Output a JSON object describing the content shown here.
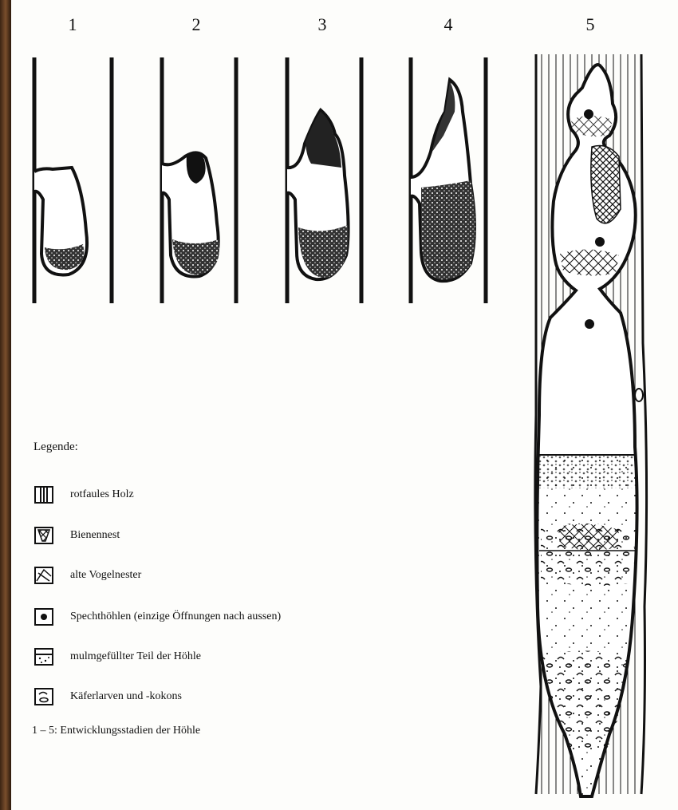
{
  "stages": [
    "1",
    "2",
    "3",
    "4",
    "5"
  ],
  "legend": {
    "title": "Legende:",
    "items": [
      {
        "symbol": "rotten-wood-symbol",
        "label": "rotfaules Holz"
      },
      {
        "symbol": "bee-nest-symbol",
        "label": "Bienennest"
      },
      {
        "symbol": "old-bird-nests-symbol",
        "label": "alte Vogelnester"
      },
      {
        "symbol": "woodpecker-hole-symbol",
        "label": "Spechthöhlen (einzige Öffnungen nach aussen)"
      },
      {
        "symbol": "mulm-filled-symbol",
        "label": "mulmgefüllter Teil der Höhle"
      },
      {
        "symbol": "beetle-larvae-symbol",
        "label": "Käferlarven und -kokons"
      }
    ],
    "stages_note": "1 – 5:  Entwicklungsstadien der Höhle"
  }
}
